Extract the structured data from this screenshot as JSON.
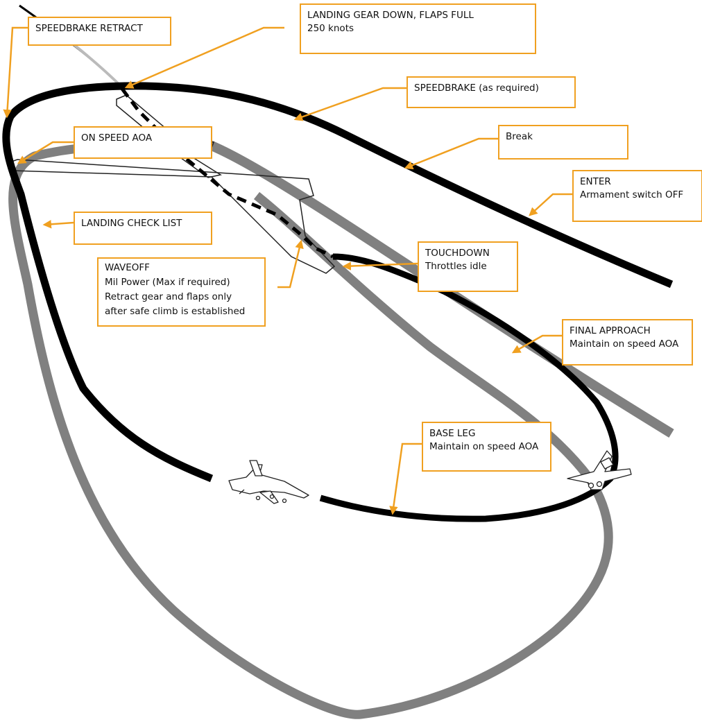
{
  "colors": {
    "callout_border": "#f0a020",
    "leader": "#f0a020",
    "pattern_track": "#000000",
    "waveoff_track": "#808080",
    "runway_outline": "#222222"
  },
  "icons": {
    "aircraft_base": "fa18-hornet-side-view",
    "aircraft_final": "fa18-hornet-front-view"
  },
  "callouts": {
    "speedbrake_retract": {
      "line1": "SPEEDBRAKE RETRACT"
    },
    "gear_down": {
      "line1": "LANDING GEAR DOWN, FLAPS FULL",
      "line2": "250 knots"
    },
    "speedbrake_as_required": {
      "line1": "SPEEDBRAKE (as required)"
    },
    "break": {
      "line1": "Break"
    },
    "enter": {
      "line1": "ENTER",
      "line2": "Armament switch OFF"
    },
    "on_speed_aoa": {
      "line1": "ON SPEED AOA"
    },
    "landing_check_list": {
      "line1": "LANDING CHECK LIST"
    },
    "touchdown": {
      "line1": "TOUCHDOWN",
      "line2": "Throttles idle"
    },
    "waveoff": {
      "line1": "WAVEOFF",
      "line2": "Mil Power (Max if required)",
      "line3": "Retract gear and flaps only",
      "line4": "after safe climb is established"
    },
    "final_approach": {
      "line1": "FINAL APPROACH",
      "line2": "Maintain on speed AOA"
    },
    "base_leg": {
      "line1": "BASE LEG",
      "line2": "Maintain on speed AOA"
    }
  }
}
